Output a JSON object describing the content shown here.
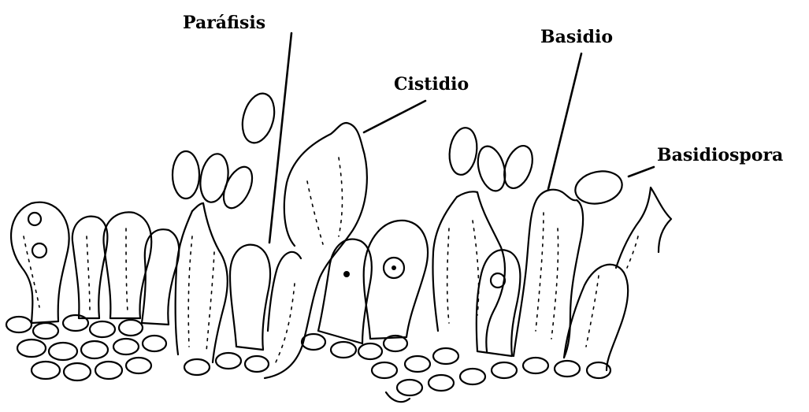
{
  "diagram": {
    "labels": {
      "parafisis": "Paráfisis",
      "cistidio": "Cistidio",
      "basidio": "Basidio",
      "basidiospora": "Basidiospora"
    }
  },
  "colors": {
    "background": "#ffffff",
    "ink": "#000000"
  }
}
